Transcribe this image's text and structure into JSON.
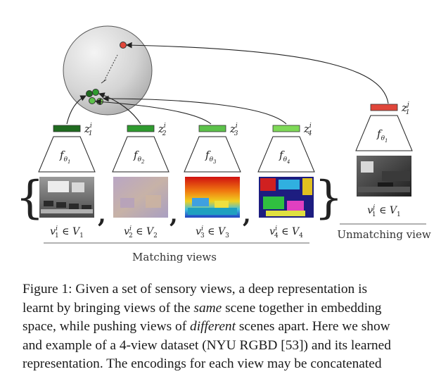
{
  "colors": {
    "view1": "#1f6b1f",
    "view2": "#2f9b2f",
    "view3": "#5cc24a",
    "view4": "#7ed957",
    "unmatch": "#e0463a",
    "sphere": "#cfcfcf"
  },
  "views": [
    {
      "z_base": "z",
      "z_sub": "1",
      "z_sup": "i",
      "f_sub": "θ1",
      "label": "v_1^i ∈ V_1",
      "image": "classroom-photo"
    },
    {
      "z_base": "z",
      "z_sub": "2",
      "z_sup": "i",
      "f_sub": "θ2",
      "label": "v_2^i ∈ V_2",
      "image": "surface-normals"
    },
    {
      "z_base": "z",
      "z_sub": "3",
      "z_sup": "i",
      "f_sub": "θ3",
      "label": "v_3^i ∈ V_3",
      "image": "depth-map"
    },
    {
      "z_base": "z",
      "z_sub": "4",
      "z_sup": "i",
      "f_sub": "θ4",
      "label": "v_4^i ∈ V_4",
      "image": "semantic-labels"
    }
  ],
  "unmatching": {
    "z_base": "z",
    "z_sub": "1",
    "z_sup": "j",
    "f_sub": "θ1",
    "label": "v_1^j ∈ V_1",
    "image": "living-room-photo",
    "caption": "Unmatching view"
  },
  "matching_label": "Matching views",
  "f_symbol": "f",
  "caption": {
    "lines": [
      [
        {
          "t": "Figure 1: Given a set of sensory views, a deep representation is"
        }
      ],
      [
        {
          "t": "learnt by bringing views of the "
        },
        {
          "t": "same",
          "i": true
        },
        {
          "t": " scene together in embedding"
        }
      ],
      [
        {
          "t": "space, while pushing views of "
        },
        {
          "t": "different",
          "i": true
        },
        {
          "t": " scenes apart. Here we show"
        }
      ],
      [
        {
          "t": "and example of a 4-view dataset (NYU RGBD [53]) and its learned"
        }
      ],
      [
        {
          "t": "representation. The encodings for each view may be concatenated"
        }
      ]
    ]
  }
}
